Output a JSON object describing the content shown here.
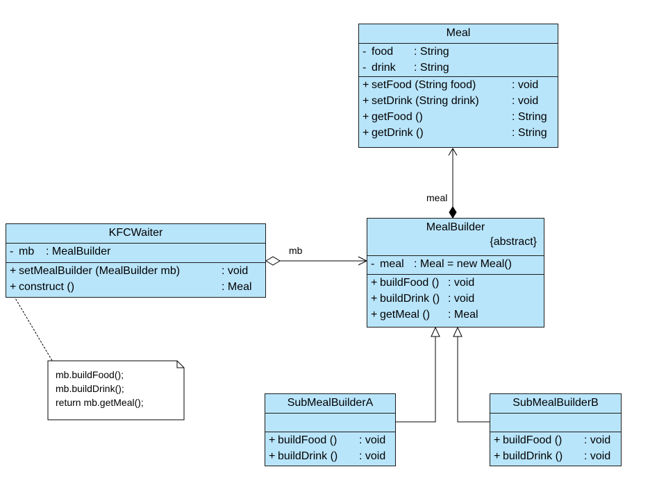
{
  "classes": {
    "meal": {
      "name": "Meal",
      "attributes": [
        {
          "vis": "-",
          "name": "food",
          "type": ": String"
        },
        {
          "vis": "-",
          "name": "drink",
          "type": ": String"
        }
      ],
      "operations": [
        {
          "vis": "+",
          "name": "setFood (String food)",
          "type": ": void"
        },
        {
          "vis": "+",
          "name": "setDrink (String drink)",
          "type": ": void"
        },
        {
          "vis": "+",
          "name": "getFood ()",
          "type": ": String"
        },
        {
          "vis": "+",
          "name": "getDrink ()",
          "type": ": String"
        }
      ]
    },
    "kfcwaiter": {
      "name": "KFCWaiter",
      "attributes": [
        {
          "vis": "-",
          "name": "mb",
          "type": ": MealBuilder"
        }
      ],
      "operations": [
        {
          "vis": "+",
          "name": "setMealBuilder (MealBuilder mb)",
          "type": ": void"
        },
        {
          "vis": "+",
          "name": "construct ()",
          "type": ": Meal"
        }
      ]
    },
    "mealbuilder": {
      "name": "MealBuilder",
      "stereotype": "{abstract}",
      "attributes": [
        {
          "vis": "-",
          "name": "meal",
          "type": ": Meal  = new Meal()"
        }
      ],
      "operations": [
        {
          "vis": "+",
          "name": "buildFood ()",
          "type": ": void"
        },
        {
          "vis": "+",
          "name": "buildDrink ()",
          "type": ": void"
        },
        {
          "vis": "+",
          "name": "getMeal ()",
          "type": ": Meal"
        }
      ]
    },
    "submealbuildera": {
      "name": "SubMealBuilderA",
      "attributes": [],
      "operations": [
        {
          "vis": "+",
          "name": "buildFood ()",
          "type": ": void"
        },
        {
          "vis": "+",
          "name": "buildDrink ()",
          "type": ": void"
        }
      ]
    },
    "submealbuilderb": {
      "name": "SubMealBuilderB",
      "attributes": [],
      "operations": [
        {
          "vis": "+",
          "name": "buildFood ()",
          "type": ": void"
        },
        {
          "vis": "+",
          "name": "buildDrink ()",
          "type": ": void"
        }
      ]
    }
  },
  "relations": {
    "composition_role": "meal",
    "aggregation_role": "mb"
  },
  "note": {
    "lines": [
      "mb.buildFood();",
      "mb.buildDrink();",
      "return mb.getMeal();"
    ]
  },
  "colors": {
    "class_fill": "#b9e5fb",
    "border": "#1a1a1a",
    "line": "#000000"
  }
}
